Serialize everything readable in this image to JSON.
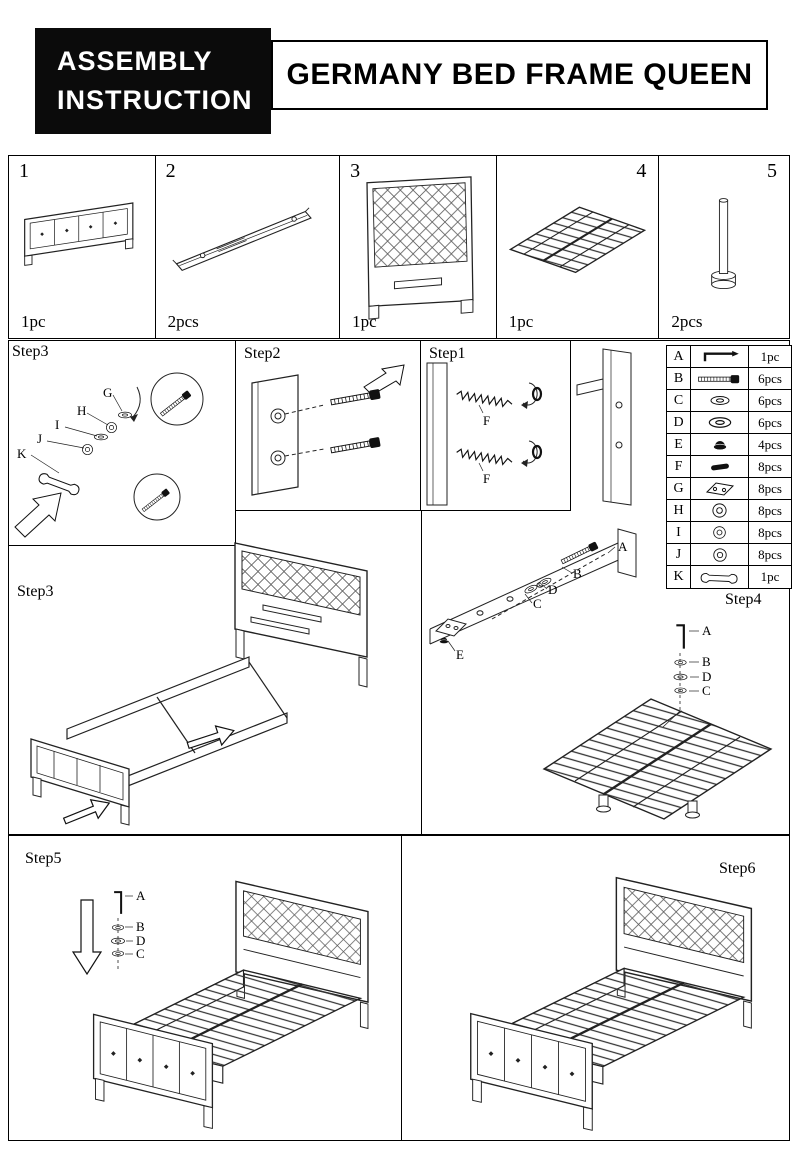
{
  "header": {
    "logo_line1": "ASSEMBLY",
    "logo_line2": "INSTRUCTION",
    "title": "GERMANY BED FRAME QUEEN"
  },
  "parts": [
    {
      "num": "1",
      "qty": "1pc"
    },
    {
      "num": "2",
      "qty": "2pcs"
    },
    {
      "num": "3",
      "qty": "1pc"
    },
    {
      "num": "4",
      "qty": "1pc"
    },
    {
      "num": "5",
      "qty": "2pcs"
    }
  ],
  "steps": {
    "step1": "Step1",
    "step2": "Step2",
    "step3_small": "Step3",
    "step3": "Step3",
    "step4": "Step4",
    "step5": "Step5",
    "step6": "Step6"
  },
  "hardware": [
    {
      "letter": "A",
      "qty": "1pc",
      "icon": "allen-bolt"
    },
    {
      "letter": "B",
      "qty": "6pcs",
      "icon": "bolt"
    },
    {
      "letter": "C",
      "qty": "6pcs",
      "icon": "spring-washer"
    },
    {
      "letter": "D",
      "qty": "6pcs",
      "icon": "flat-washer"
    },
    {
      "letter": "E",
      "qty": "4pcs",
      "icon": "cap-nut"
    },
    {
      "letter": "F",
      "qty": "8pcs",
      "icon": "dowel"
    },
    {
      "letter": "G",
      "qty": "8pcs",
      "icon": "bracket"
    },
    {
      "letter": "H",
      "qty": "8pcs",
      "icon": "washer-ring"
    },
    {
      "letter": "I",
      "qty": "8pcs",
      "icon": "washer-ring"
    },
    {
      "letter": "J",
      "qty": "8pcs",
      "icon": "washer-ring"
    },
    {
      "letter": "K",
      "qty": "1pc",
      "icon": "wrench"
    }
  ],
  "callouts": {
    "step3_small": [
      "G",
      "H",
      "I",
      "J",
      "K"
    ],
    "step1": [
      "F",
      "F"
    ],
    "rail_detail": [
      "A",
      "B",
      "D",
      "C",
      "E"
    ],
    "step4_stack": [
      "A",
      "B",
      "D",
      "C"
    ],
    "step5_stack": [
      "A",
      "B",
      "D",
      "C"
    ]
  }
}
